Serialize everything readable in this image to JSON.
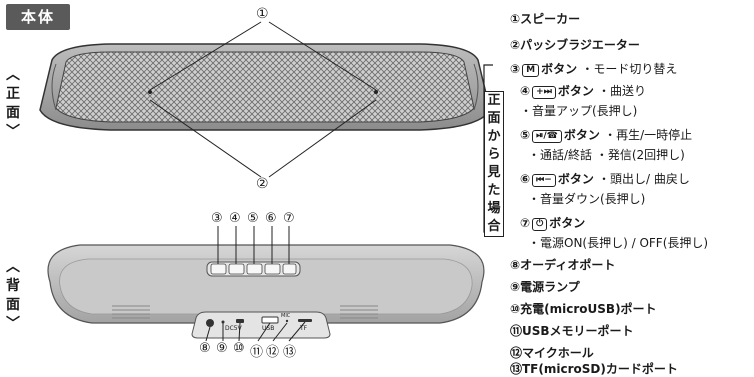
{
  "header": {
    "tag": "本体"
  },
  "side_labels": {
    "front": [
      "︿",
      "正",
      "面",
      "﹀"
    ],
    "back": [
      "︿",
      "背",
      "面",
      "﹀"
    ]
  },
  "callouts_front": {
    "n1": "①",
    "n2": "②"
  },
  "callouts_back_top": [
    "③",
    "④",
    "⑤",
    "⑥",
    "⑦"
  ],
  "callouts_back_bottom": [
    "⑧",
    "⑨",
    "⑩",
    "⑪",
    "⑫",
    "⑬"
  ],
  "ports": {
    "dc": "DC5V",
    "usb": "USB",
    "mic": "MIC",
    "tf": "TF"
  },
  "front_view_bracket": [
    "正",
    "面",
    "か",
    "ら",
    "見",
    "た",
    "場",
    "合"
  ],
  "parts": {
    "p1": "①スピーカー",
    "p2": "②パッシブラジエーター",
    "p3_num": "③",
    "p3_btn": "M",
    "p3_label": "ボタン",
    "p3_desc": "・モード切り替え",
    "p4_num": "④",
    "p4_btn": "+⏭",
    "p4_label": "ボタン",
    "p4_desc": "・曲送り",
    "p4_desc2": "・音量アップ(長押し)",
    "p5_num": "⑤",
    "p5_btn": "⏯/☎",
    "p5_label": "ボタン",
    "p5_desc": "・再生/一時停止",
    "p5_desc2": "・通話/終話 ・発信(2回押し)",
    "p6_num": "⑥",
    "p6_btn": "⏮−",
    "p6_label": "ボタン",
    "p6_desc": "・頭出し/ 曲戻し",
    "p6_desc2": "・音量ダウン(長押し)",
    "p7_num": "⑦",
    "p7_btn": "⏻",
    "p7_label": "ボタン",
    "p7_desc2": "・電源ON(長押し) / OFF(長押し)",
    "p8": "⑧オーディオポート",
    "p9": "⑨電源ランプ",
    "p10": "⑩充電(microUSB)ポート",
    "p11": "⑪USBメモリーポート",
    "p12": "⑫マイクホール",
    "p13": "⑬TF(microSD)カードポート"
  }
}
